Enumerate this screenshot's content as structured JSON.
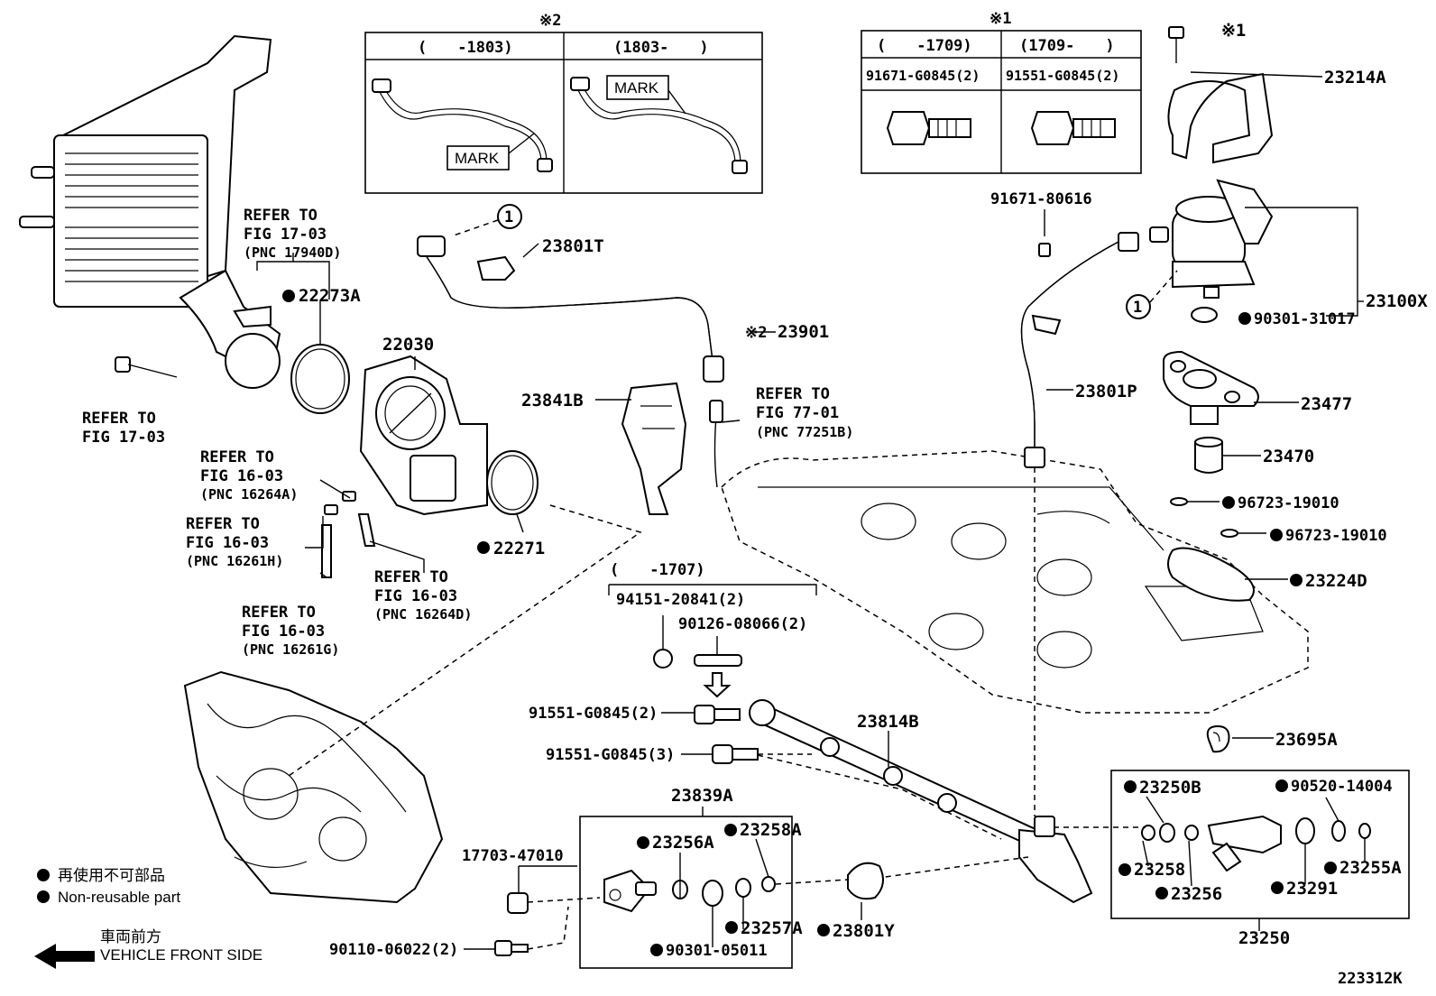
{
  "diagram": {
    "figure_code": "223312K",
    "legend": {
      "jp": "再使用不可部品",
      "en": "Non-reusable part",
      "front_jp": "車両前方",
      "front_en": "VEHICLE FRONT SIDE"
    },
    "note1": {
      "mark": "※1",
      "col1_header": "(　　-1709)",
      "col2_header": "(1709-　　)",
      "col1_part": "91671-G0845(2)",
      "col2_part": "91551-G0845(2)"
    },
    "note2": {
      "mark": "※2",
      "col1_header": "(　　-1803)",
      "col2_header": "(1803-　　)",
      "mark_label": "MARK"
    },
    "parts": {
      "p23214A": "23214A",
      "p23214A_note": "※1",
      "p91671_80616": "91671-80616",
      "p23100X": "23100X",
      "p90301_31017": "90301-31017",
      "p23801P": "23801P",
      "p23477": "23477",
      "p23470": "23470",
      "p96723_a": "96723-19010",
      "p96723_b": "96723-19010",
      "p23224D": "23224D",
      "p23695A": "23695A",
      "p23801T": "23801T",
      "p23901": "23901",
      "p23901_note": "※2",
      "p23841B": "23841B",
      "p22030": "22030",
      "p22273A": "22273A",
      "p22271": "22271",
      "p23814B": "23814B",
      "p23839A": "23839A",
      "p23256A": "23256A",
      "p23258A": "23258A",
      "p23257A": "23257A",
      "p90301_05011": "90301-05011",
      "p23801Y": "23801Y",
      "p17703": "17703-47010",
      "p90110": "90110-06022(2)",
      "p91551_2": "91551-G0845(2)",
      "p91551_3": "91551-G0845(3)",
      "p1707": "(　　-1707)",
      "p94151": "94151-20841(2)",
      "p90126": "90126-08066(2)",
      "p23250": "23250",
      "p23250B": "23250B",
      "p90520": "90520-14004",
      "p23258": "23258",
      "p23256": "23256",
      "p23291": "23291",
      "p23255A": "23255A",
      "circle1": "1"
    },
    "refs": {
      "r1703_a": "REFER TO",
      "r1703_b": "FIG 17-03",
      "r1703_c": "(PNC 17940D)",
      "r1703b_a": "REFER TO",
      "r1703b_b": "FIG 17-03",
      "r16264A_a": "REFER TO",
      "r16264A_b": "FIG 16-03",
      "r16264A_c": "(PNC 16264A)",
      "r16261H_a": "REFER TO",
      "r16261H_b": "FIG 16-03",
      "r16261H_c": "(PNC 16261H)",
      "r16261G_a": "REFER TO",
      "r16261G_b": "FIG 16-03",
      "r16261G_c": "(PNC 16261G)",
      "r16264D_a": "REFER TO",
      "r16264D_b": "FIG 16-03",
      "r16264D_c": "(PNC 16264D)",
      "r77251B_a": "REFER TO",
      "r77251B_b": "FIG 77-01",
      "r77251B_c": "(PNC 77251B)"
    }
  }
}
